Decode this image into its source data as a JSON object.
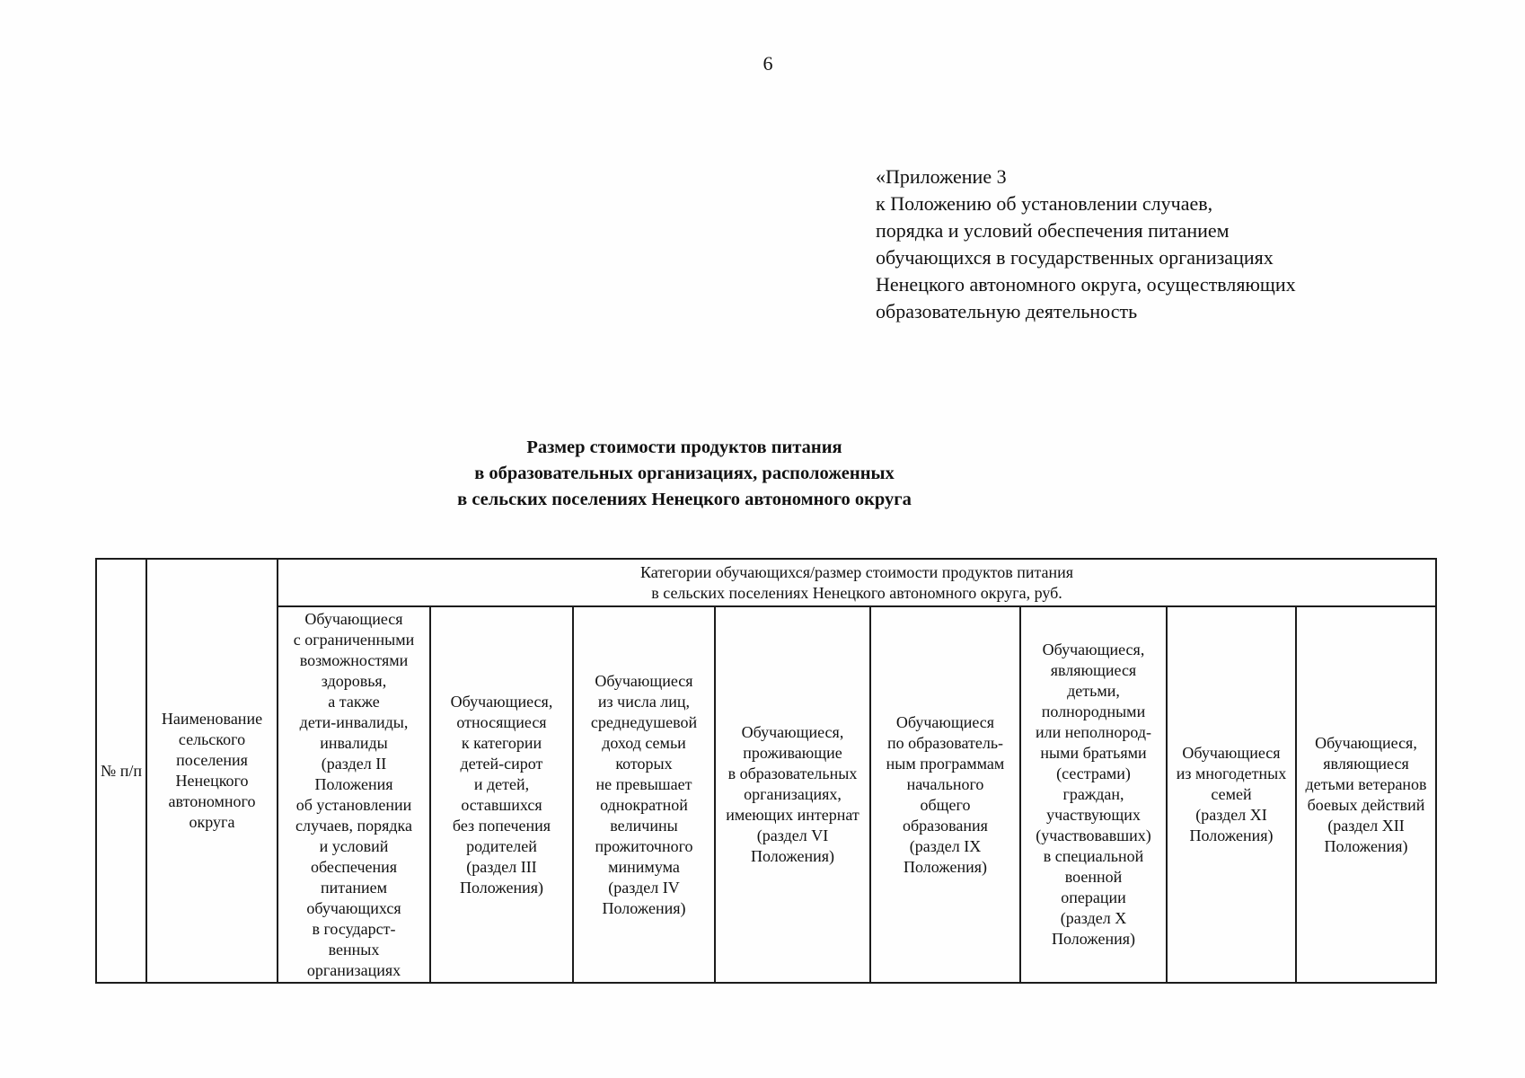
{
  "page": {
    "number": "6"
  },
  "appendix": {
    "lines": [
      "«Приложение 3",
      "к Положению об установлении случаев,",
      "порядка и условий обеспечения питанием",
      "обучающихся в государственных организациях",
      "Ненецкого автономного округа, осуществляющих",
      "образовательную деятельность"
    ]
  },
  "title": {
    "lines": [
      "Размер стоимости продуктов питания",
      "в образовательных организациях, расположенных",
      "в сельских поселениях Ненецкого автономного округа"
    ]
  },
  "table": {
    "header": {
      "npp": "№ п/п",
      "settlement": "Наименование\nсельского\nпоселения\nНенецкого\nавтономного\nокруга",
      "categories_span": "Категории обучающихся/размер стоимости продуктов питания\nв сельских поселениях Ненецкого автономного округа, руб.",
      "categories": [
        "Обучающиеся\nс ограниченными\nвозможностями\nздоровья,\nа также\nдети-инвалиды,\nинвалиды\n(раздел II\nПоложения\nоб установлении\nслучаев, порядка\nи условий\nобеспечения\nпитанием\nобучающихся\nв государст-\nвенных\nорганизациях",
        "Обучающиеся,\nотносящиеся\nк категории\nдетей-сирот\nи детей,\nоставшихся\nбез попечения\nродителей\n(раздел III\nПоложения)",
        "Обучающиеся\nиз числа лиц,\nсреднедушевой\nдоход семьи\nкоторых\nне превышает\nоднократной\nвеличины\nпрожиточного\nминимума\n(раздел IV\nПоложения)",
        "Обучающиеся,\nпроживающие\nв образовательных\nорганизациях,\nимеющих интернат\n(раздел VI\nПоложения)",
        "Обучающиеся\nпо образователь-\nным программам\nначального\nобщего\nобразования\n(раздел IX\nПоложения)",
        "Обучающиеся,\nявляющиеся\nдетьми,\nполнородными\nили неполнород-\nными братьями\n(сестрами)\nграждан,\nучаствующих\n(участвовавших)\nв специальной\nвоенной\nоперации\n(раздел X\nПоложения)",
        "Обучающиеся\nиз многодетных\nсемей\n(раздел XI\nПоложения)",
        "Обучающиеся,\nявляющиеся\nдетьми ветеранов\nбоевых действий\n(раздел XII\nПоложения)"
      ]
    }
  }
}
